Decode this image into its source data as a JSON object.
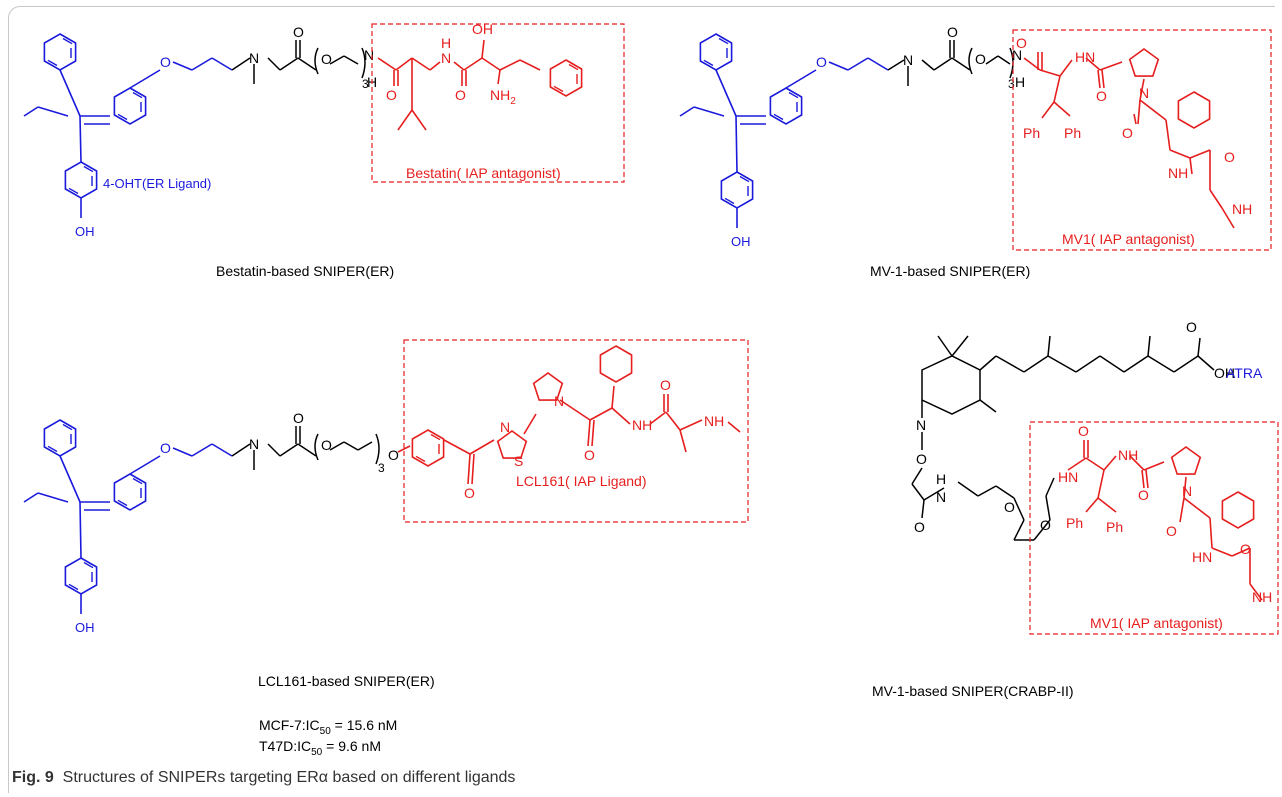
{
  "figure": {
    "number": "Fig. 9",
    "caption": "Structures of SNIPERs targeting ERα based on different ligands"
  },
  "colors": {
    "ligand": "#1a1adc",
    "antagonist": "#e61e1e",
    "linker": "#000000"
  },
  "panels": {
    "p1": {
      "title": "Bestatin-based SNIPER(ER)",
      "ligand_label": "4-OHT(ER Ligand)",
      "box_label": "Bestatin( IAP  antagonist)",
      "atoms": {
        "o_ether": "O",
        "n": "N",
        "o_carbonyl": "O",
        "o_peg": "O",
        "peg_n": "3",
        "nh_amide": "N",
        "nh_h": "H",
        "o_amide": "O",
        "nh2": "N",
        "nh2_h": "H",
        "nh2_sub": "2",
        "oh": "OH",
        "o_c": "O",
        "oh_phenol": "OH"
      }
    },
    "p2": {
      "title": "MV-1-based SNIPER(ER)",
      "box_label": "MV1( IAP  antagonist)",
      "atoms": {
        "o_ether": "O",
        "n": "N",
        "o_carbonyl": "O",
        "o_peg": "O",
        "peg_n": "3",
        "nh_amide": "N",
        "nh_h": "H",
        "hn": "HN",
        "ph1": "Ph",
        "ph2": "Ph",
        "n_pyrr": "N",
        "o1": "O",
        "o2": "O",
        "o3": "O",
        "nh_side": "NH",
        "nh_me": "NH",
        "oh_phenol": "OH"
      }
    },
    "p3": {
      "title": "LCL161-based SNIPER(ER)",
      "box_label": "LCL161( IAP Ligand)",
      "activity": [
        {
          "cell": "MCF-7:IC",
          "sub": "50",
          "value": " = 15.6 nM"
        },
        {
          "cell": "T47D:IC",
          "sub": "50",
          "value": " = 9.6 nM"
        }
      ],
      "atoms": {
        "o_ether": "O",
        "n": "N",
        "o_carbonyl": "O",
        "o_peg": "O",
        "peg_n": "3",
        "o_end": "O",
        "o_ketone": "O",
        "n_thz": "N",
        "s_thz": "S",
        "n_pyrr": "N",
        "o_amide": "O",
        "nh": "NH",
        "o_amide2": "O",
        "nh_me": "NH",
        "oh_phenol": "OH"
      }
    },
    "p4": {
      "title": "MV-1-based SNIPER(CRABP-II)",
      "ligand_label": "ATRA",
      "box_label": "MV1( IAP  antagonist)",
      "atoms": {
        "n_oxime": "N",
        "o_oxime": "O",
        "oh_acid": "OH",
        "o_acid": "O",
        "h": "H",
        "n_amide": "N",
        "o_amide": "O",
        "o_peg1": "O",
        "o_peg2": "O",
        "hn": "HN",
        "nh": "NH",
        "n_pyrr": "N",
        "ph1": "Ph",
        "ph2": "Ph",
        "o1": "O",
        "o2": "O",
        "o3": "O",
        "hn2": "HN",
        "nh_me": "NH"
      }
    }
  }
}
